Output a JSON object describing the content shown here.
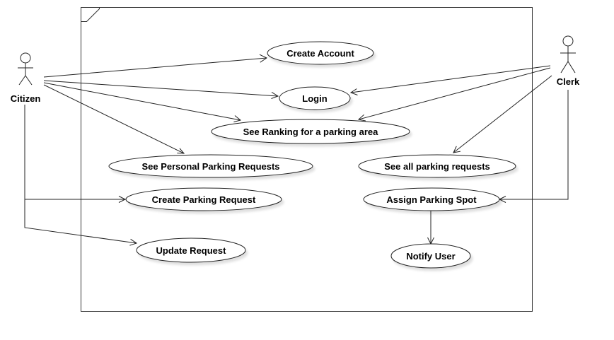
{
  "actors": {
    "citizen": {
      "label": "Citizen"
    },
    "clerk": {
      "label": "Clerk"
    }
  },
  "use_cases": {
    "create_account": "Create Account",
    "login": "Login",
    "see_ranking": "See Ranking for a parking area",
    "see_personal": "See Personal Parking Requests",
    "see_all": "See all parking requests",
    "create_request": "Create Parking Request",
    "assign_spot": "Assign Parking Spot",
    "update_request": "Update Request",
    "notify_user": "Notify User"
  }
}
